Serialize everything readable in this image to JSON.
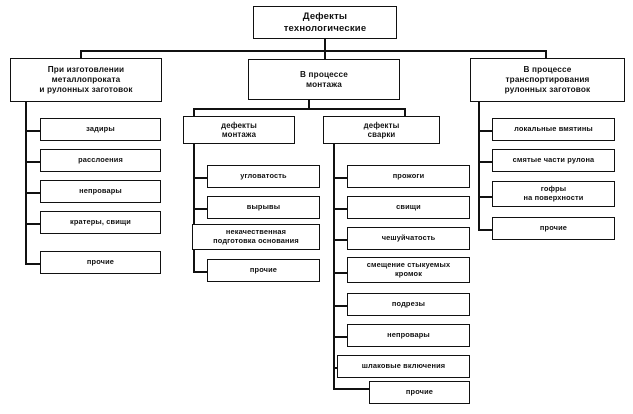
{
  "diagram": {
    "title": "Дефекты технологические",
    "root": {
      "label_line1": "Дефекты",
      "label_line2": "технологические"
    },
    "branches": [
      {
        "id": "manufacturing",
        "label_line1": "При изготовлении",
        "label_line2": "металлопроката",
        "label_line3": "и рулонных заготовок",
        "items": [
          {
            "label": "задиры"
          },
          {
            "label": "расслоения"
          },
          {
            "label": "непровары"
          },
          {
            "label": "кратеры, свищи"
          },
          {
            "label": "прочие"
          }
        ]
      },
      {
        "id": "assembly",
        "label_line1": "В процессе",
        "label_line2": "монтажа",
        "groups": [
          {
            "id": "assembly-defects",
            "label_line1": "дефекты",
            "label_line2": "монтажа",
            "items": [
              {
                "label_line1": "угловатость",
                "label_line2": ""
              },
              {
                "label_line1": "вырывы",
                "label_line2": ""
              },
              {
                "label_line1": "некачественная",
                "label_line2": "подготовка основания"
              },
              {
                "label_line1": "прочие",
                "label_line2": ""
              }
            ]
          },
          {
            "id": "welding-defects",
            "label_line1": "дефекты",
            "label_line2": "сварки",
            "items": [
              {
                "label_line1": "прожоги",
                "label_line2": ""
              },
              {
                "label_line1": "свищи",
                "label_line2": ""
              },
              {
                "label_line1": "чешуйчатость",
                "label_line2": ""
              },
              {
                "label_line1": "смещение стыкуемых",
                "label_line2": "кромок"
              },
              {
                "label_line1": "подрезы",
                "label_line2": ""
              },
              {
                "label_line1": "непровары",
                "label_line2": ""
              },
              {
                "label_line1": "шлаковые включения",
                "label_line2": ""
              },
              {
                "label_line1": "прочие",
                "label_line2": ""
              }
            ]
          }
        ]
      },
      {
        "id": "transport",
        "label_line1": "В процессе",
        "label_line2": "транспортирования",
        "label_line3": "рулонных заготовок",
        "items": [
          {
            "label_line1": "локальные вмятины",
            "label_line2": ""
          },
          {
            "label_line1": "смятые части рулона",
            "label_line2": ""
          },
          {
            "label_line1": "гофры",
            "label_line2": "на поверхности"
          },
          {
            "label_line1": "прочие",
            "label_line2": ""
          }
        ]
      }
    ],
    "colors": {
      "line": "#111111",
      "text": "#101010",
      "background": "#ffffff"
    }
  }
}
